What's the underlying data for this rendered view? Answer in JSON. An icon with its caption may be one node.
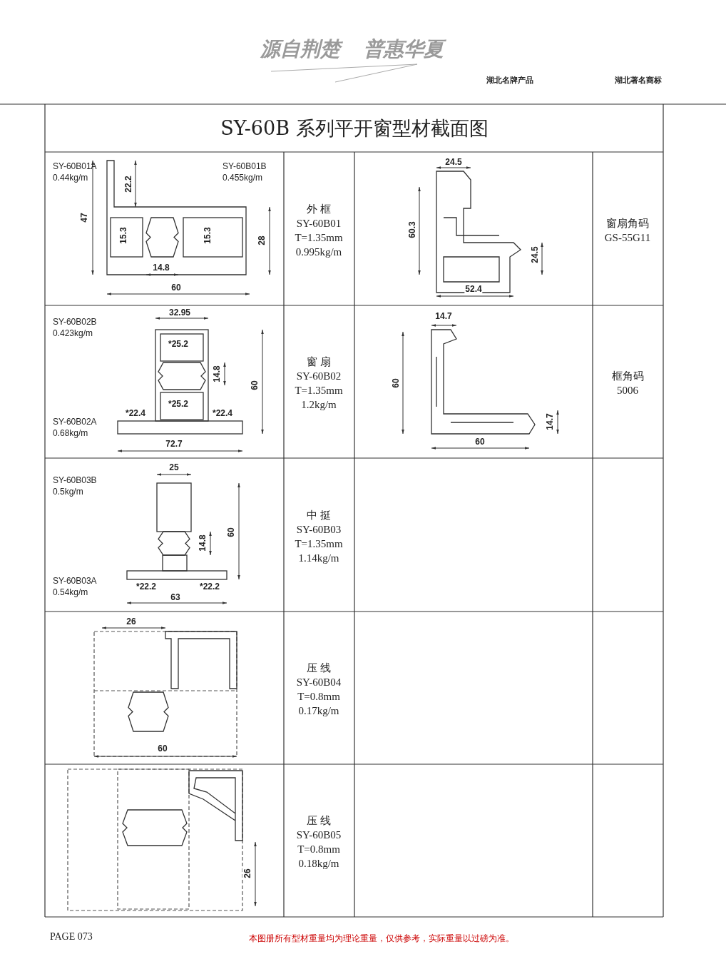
{
  "diagram": {
    "title": "SY-60B 系列平开窗型材截面图",
    "labels": [
      "源自荆楚",
      "普惠华夏",
      "湖北名牌产品",
      "湖北著名商标",
      "SY-60B01A",
      "0.44kg/m",
      "SY-60B01B",
      "0.455kg/m",
      "22.2",
      "47",
      "15.3",
      "15.3",
      "28",
      "14.8",
      "60",
      "外 框",
      "SY-60B01",
      "T=1.35mm",
      "0.995kg/m",
      "24.5",
      "60.3",
      "24.5",
      "52.4",
      "窗扇角码",
      "GS-55G11",
      "SY-60B02B",
      "0.423kg/m",
      "32.95",
      "*25.2",
      "14.8",
      "60",
      "*25.2",
      "*22.4",
      "*22.4",
      "SY-60B02A",
      "0.68kg/m",
      "72.7",
      "窗 扇",
      "SY-60B02",
      "T=1.35mm",
      "1.2kg/m",
      "14.7",
      "60",
      "60",
      "14.7",
      "框角码",
      "5006",
      "SY-60B03B",
      "0.5kg/m",
      "25",
      "60",
      "14.8",
      "SY-60B03A",
      "0.54kg/m",
      "*22.2",
      "*22.2",
      "63",
      "中 挺",
      "SY-60B03",
      "T=1.35mm",
      "1.14kg/m",
      "26",
      "60",
      "压 线",
      "SY-60B04",
      "T=0.8mm",
      "0.17kg/m",
      "26",
      "压 线",
      "SY-60B05",
      "T=0.8mm",
      "0.18kg/m",
      "PAGE 073",
      "本图册所有型材重量均为理论重量，仅供参考，实际重量以过磅为准。"
    ]
  }
}
